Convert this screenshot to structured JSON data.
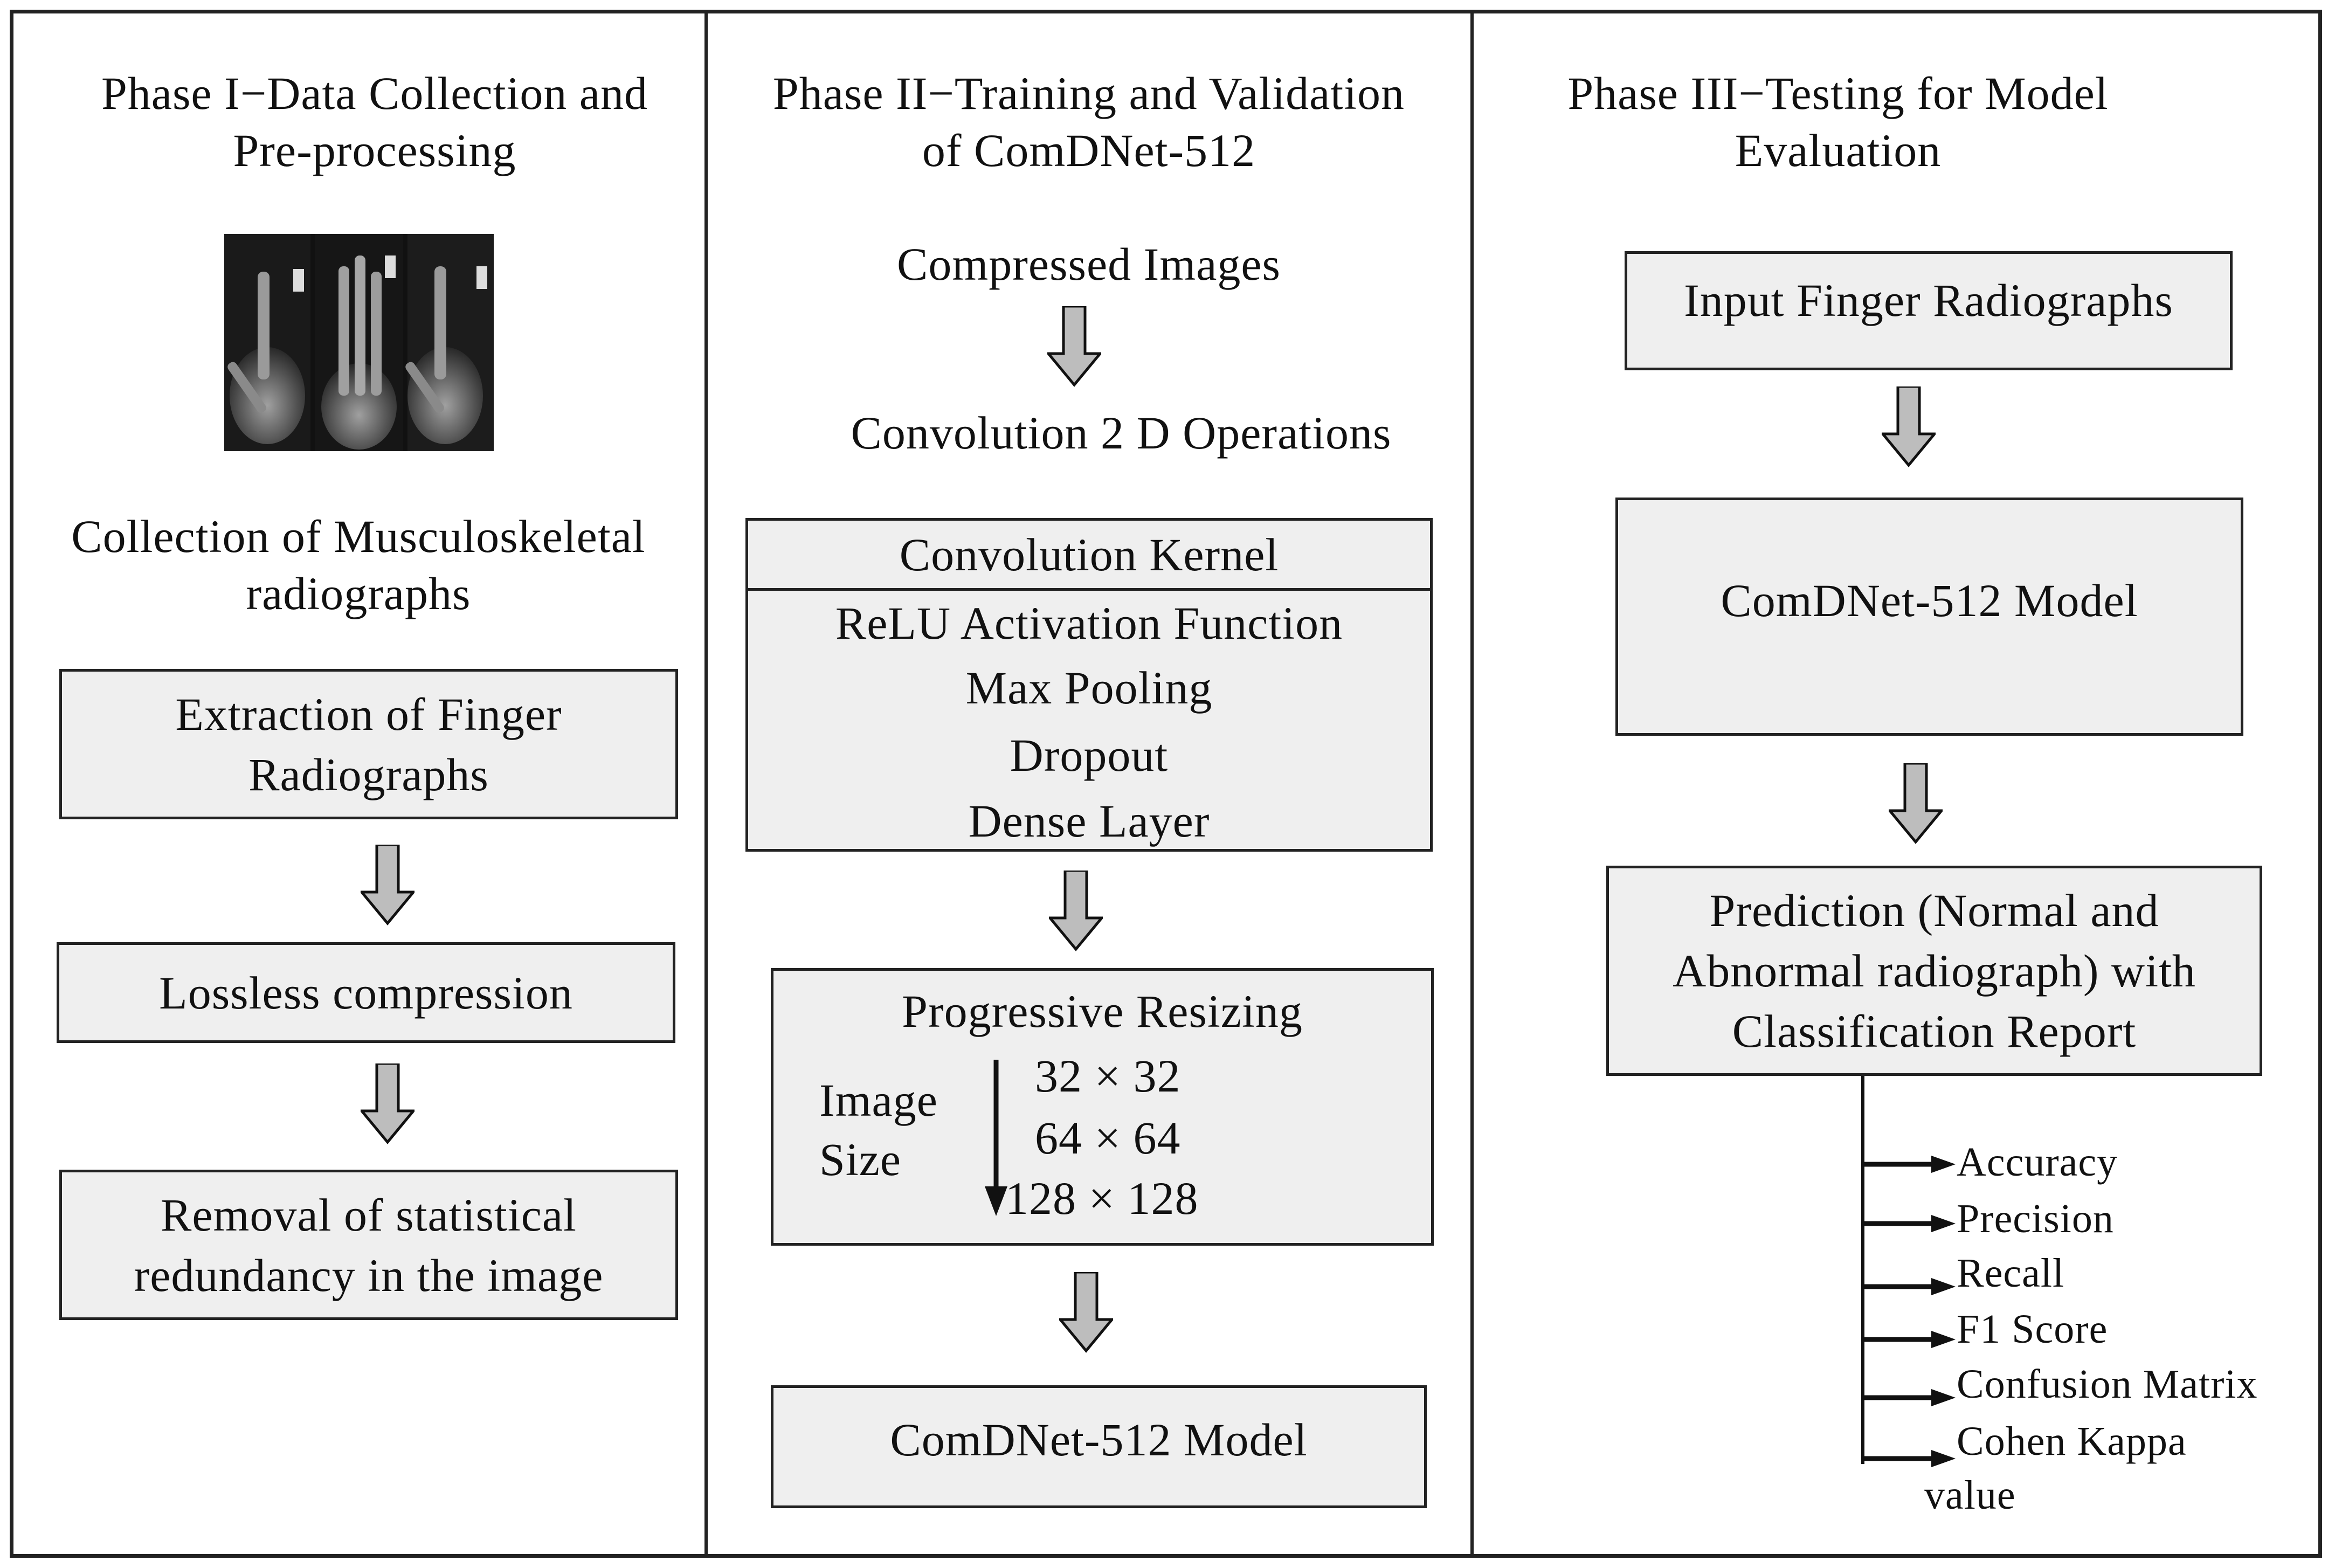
{
  "phase1": {
    "heading": [
      "Phase I−Data Collection and",
      "Pre-processing"
    ],
    "image_alt": "finger radiographs",
    "caption": [
      "Collection of Musculoskeletal",
      "radiographs"
    ],
    "box1": [
      "Extraction of Finger",
      "Radiographs"
    ],
    "box2": "Lossless compression",
    "box3": [
      "Removal of statistical",
      "redundancy in the image"
    ]
  },
  "phase2": {
    "heading": [
      "Phase II−Training and Validation",
      "of ComDNet-512"
    ],
    "step1": "Compressed Images",
    "step2": "Convolution 2 D Operations",
    "layers": [
      "Convolution Kernel",
      "ReLU Activation Function",
      "Max Pooling",
      "Dropout",
      "Dense Layer"
    ],
    "resize": {
      "title": "Progressive Resizing",
      "label": [
        "Image",
        "Size"
      ],
      "sizes": [
        "32 × 32",
        "64 × 64",
        "128 × 128"
      ]
    },
    "model": "ComDNet-512 Model"
  },
  "phase3": {
    "heading": [
      "Phase III−Testing for Model",
      "Evaluation"
    ],
    "input": "Input Finger Radiographs",
    "model": "ComDNet-512 Model",
    "prediction": [
      "Prediction (Normal and",
      "Abnormal radiograph) with",
      "Classification Report"
    ],
    "metrics": [
      "Accuracy",
      "Precision",
      "Recall",
      "F1 Score",
      "Confusion Matrix",
      "Cohen Kappa",
      "value"
    ]
  },
  "colors": {
    "box_fill": "#efefef",
    "arrow_fill": "#bdbdbd",
    "line": "#222222"
  }
}
